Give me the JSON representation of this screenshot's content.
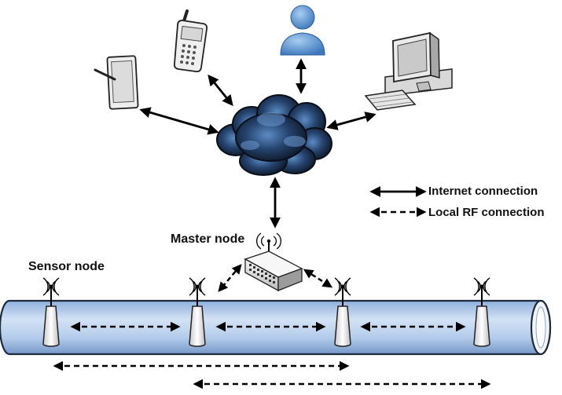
{
  "labels": {
    "master_node": "Master node",
    "sensor_node": "Sensor node"
  },
  "legend": {
    "internet": "Internet connection",
    "rf": "Local RF connection"
  },
  "icons": [
    "tablet-icon",
    "cell-phone-icon",
    "user-icon",
    "desktop-computer-icon",
    "cloud-icon",
    "master-node-router-icon",
    "sensor-node-antenna-icon",
    "pipe"
  ],
  "colors": {
    "pipe_fill": "#b9cfec",
    "pipe_stroke": "#1f2b3a",
    "cloud_dark": "#111a2b",
    "cloud_light": "#5b8cc4",
    "arrow": "#000000"
  }
}
